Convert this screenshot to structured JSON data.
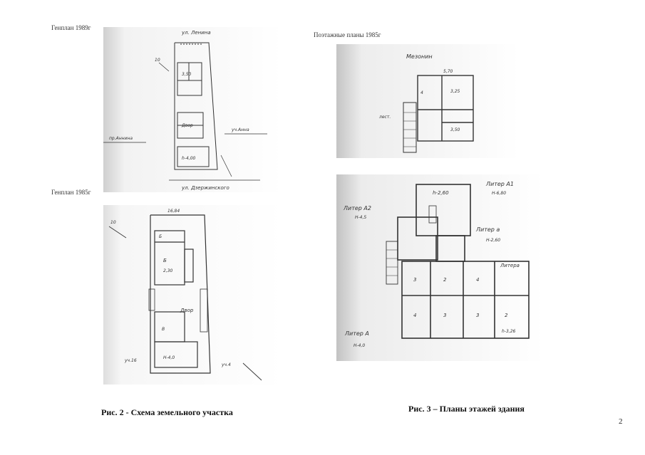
{
  "labels": {
    "genplan_1989": "Генплан 1989г",
    "floor_plans_1985": "Поэтажные планы 1985г",
    "genplan_1985": "Генплан 1985г"
  },
  "captions": {
    "fig2": "Рис. 2 - Схема земельного участка",
    "fig3": "Рис. 3 – Планы этажей здания"
  },
  "page_number": "2",
  "colors": {
    "ink": "#333333",
    "scan_shadow": "#c8c8c8"
  }
}
